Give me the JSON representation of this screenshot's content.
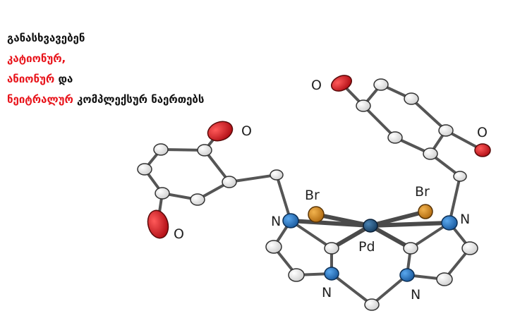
{
  "caption": {
    "line1": "განასხვავებენ",
    "line2_red": "კატიონურ,",
    "line3_red": "ანიონურ",
    "line3_black": " და",
    "line4_red": "ნეიტრალურ",
    "line4_black": " კომპლექსურ ნაერთებს"
  },
  "labels": {
    "o_top_right": "O",
    "o_right": "O",
    "o_left_top": "O",
    "o_left_bottom": "O",
    "br_left": "Br",
    "br_right": "Br",
    "pd": "Pd",
    "n_left": "N",
    "n_right": "N",
    "n_bottom_left": "N",
    "n_bottom_right": "N"
  },
  "colors": {
    "oxygen": "#d9121b",
    "bromine": "#d98a1c",
    "nitrogen": "#1f6fc0",
    "palladium": "#1e4f7a",
    "carbon": "#f4f4f4",
    "caption_red": "#e8141b"
  }
}
